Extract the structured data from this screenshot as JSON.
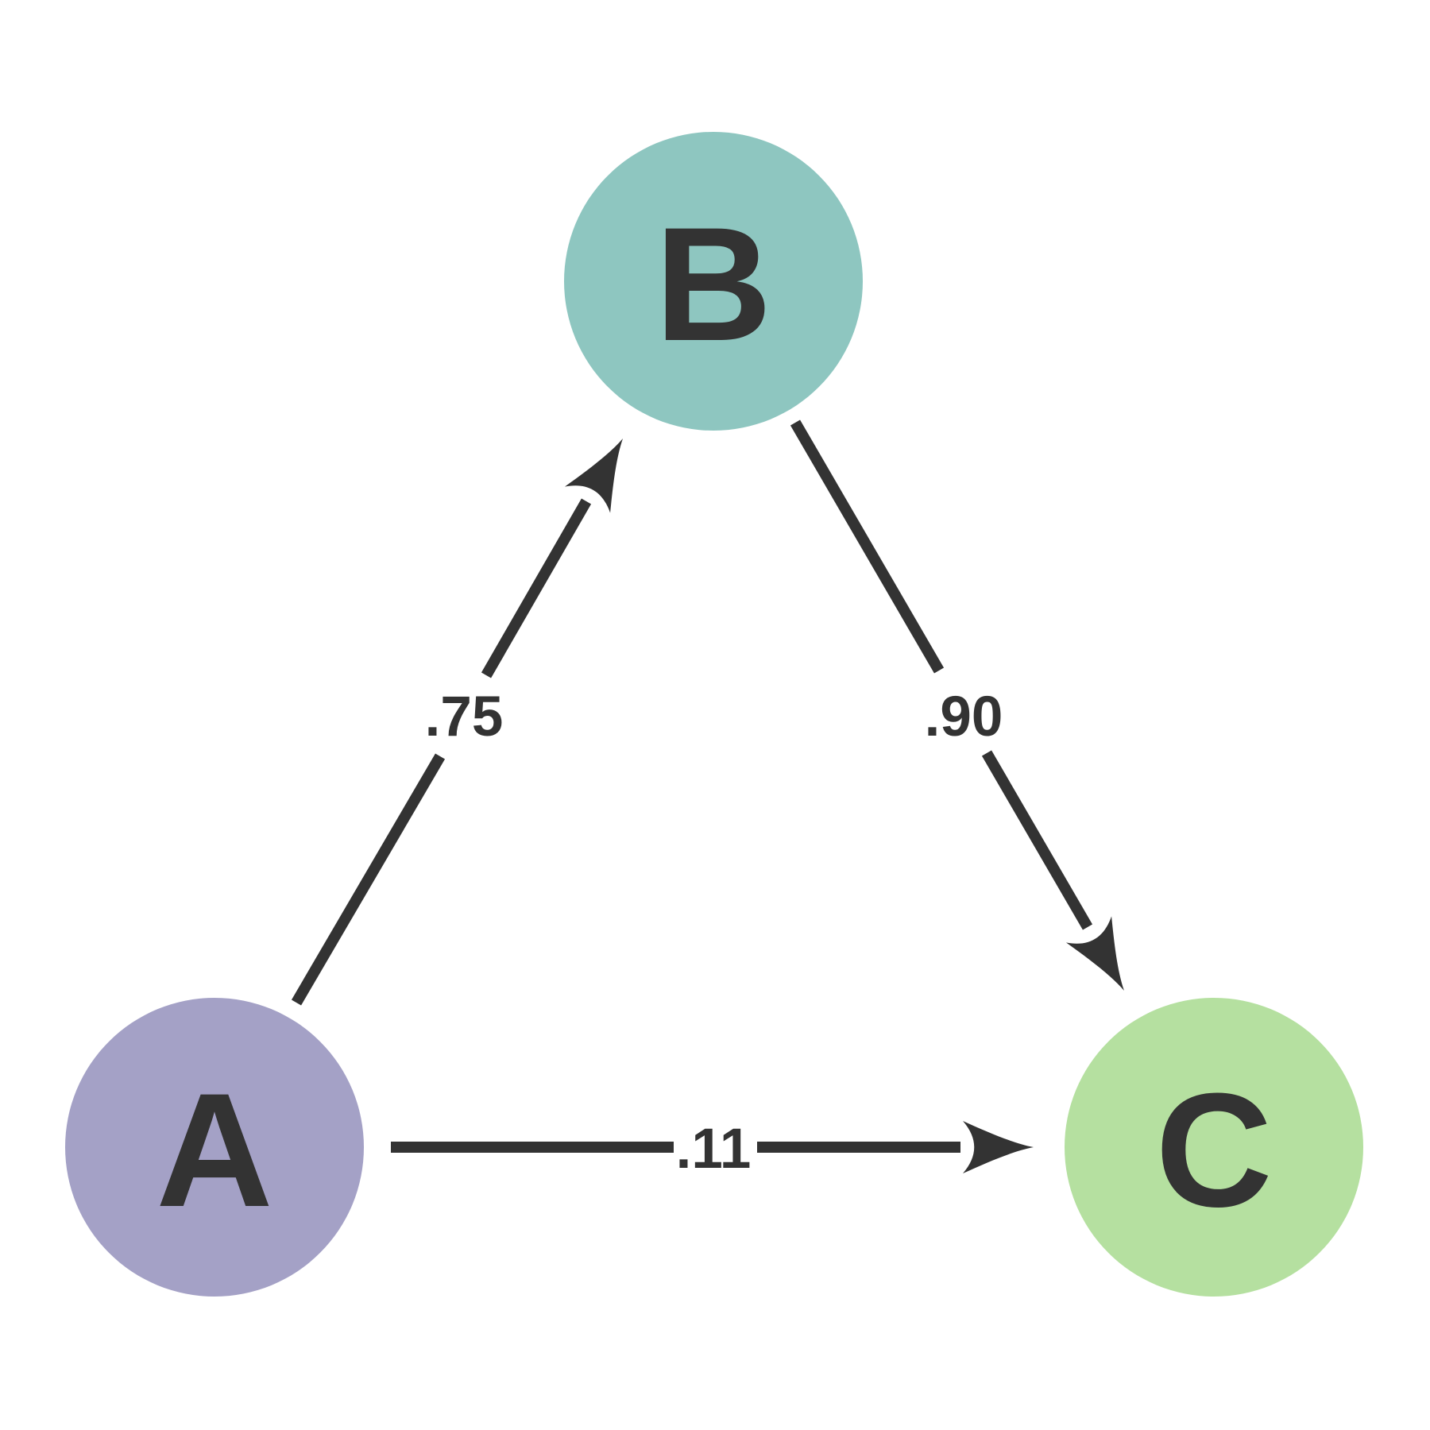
{
  "diagram": {
    "type": "directed-graph",
    "background_color": "#ffffff",
    "ink_color": "#333333",
    "nodes": [
      {
        "id": "A",
        "label": "A",
        "color": "#a4a1c6",
        "position": "bottom-left"
      },
      {
        "id": "B",
        "label": "B",
        "color": "#8ec6c0",
        "position": "top-center"
      },
      {
        "id": "C",
        "label": "C",
        "color": "#b5e0a0",
        "position": "bottom-right"
      }
    ],
    "edges": [
      {
        "from": "A",
        "to": "B",
        "weight": ".75"
      },
      {
        "from": "B",
        "to": "C",
        "weight": ".90"
      },
      {
        "from": "A",
        "to": "C",
        "weight": ".11"
      }
    ]
  }
}
